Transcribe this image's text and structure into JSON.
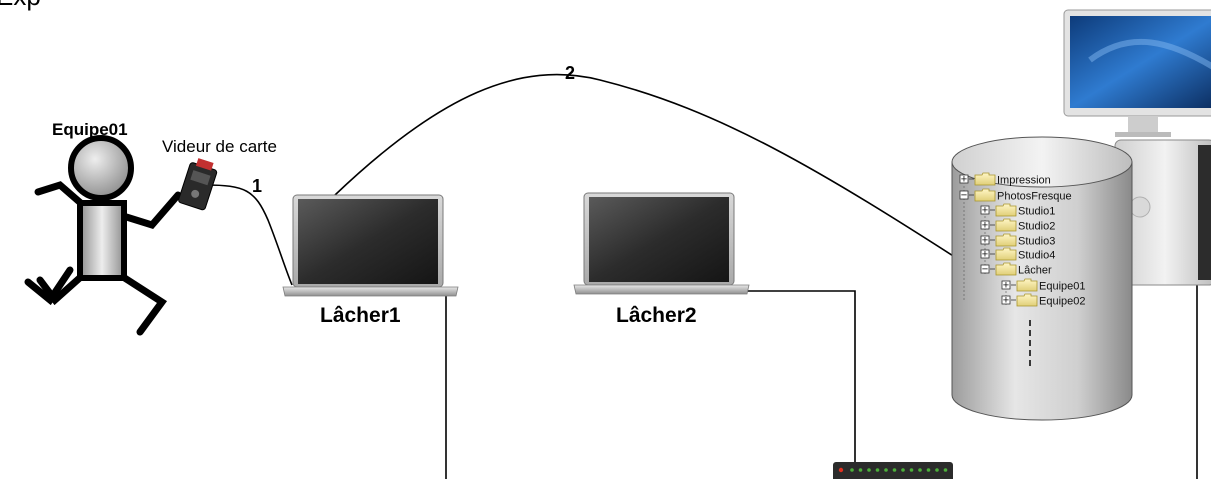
{
  "header_fragment": "Exp",
  "person": {
    "label": "Equipe01"
  },
  "card_reader": {
    "label": "Videur de carte"
  },
  "links": {
    "one": "1",
    "two": "2"
  },
  "laptops": [
    {
      "label": "Lâcher1"
    },
    {
      "label": "Lâcher2"
    }
  ],
  "server_tree": {
    "items": [
      {
        "label": "Impression",
        "toggle": "+"
      },
      {
        "label": "PhotosFresque",
        "toggle": "−"
      },
      {
        "label": "Studio1",
        "toggle": "+"
      },
      {
        "label": "Studio2",
        "toggle": "+"
      },
      {
        "label": "Studio3",
        "toggle": "+"
      },
      {
        "label": "Studio4",
        "toggle": "+"
      },
      {
        "label": "Lâcher",
        "toggle": "−"
      },
      {
        "label": "Equipe01",
        "toggle": "+"
      },
      {
        "label": "Equipe02",
        "toggle": "+"
      }
    ]
  },
  "colors": {
    "switch_led_green": "#4caf3a",
    "switch_led_red": "#e03020",
    "screen_blue": "#1f5ea8"
  },
  "icons": [
    "stick-figure-icon",
    "card-reader-icon",
    "laptop-icon",
    "database-icon",
    "desktop-tower-icon",
    "monitor-icon",
    "network-switch-icon"
  ]
}
